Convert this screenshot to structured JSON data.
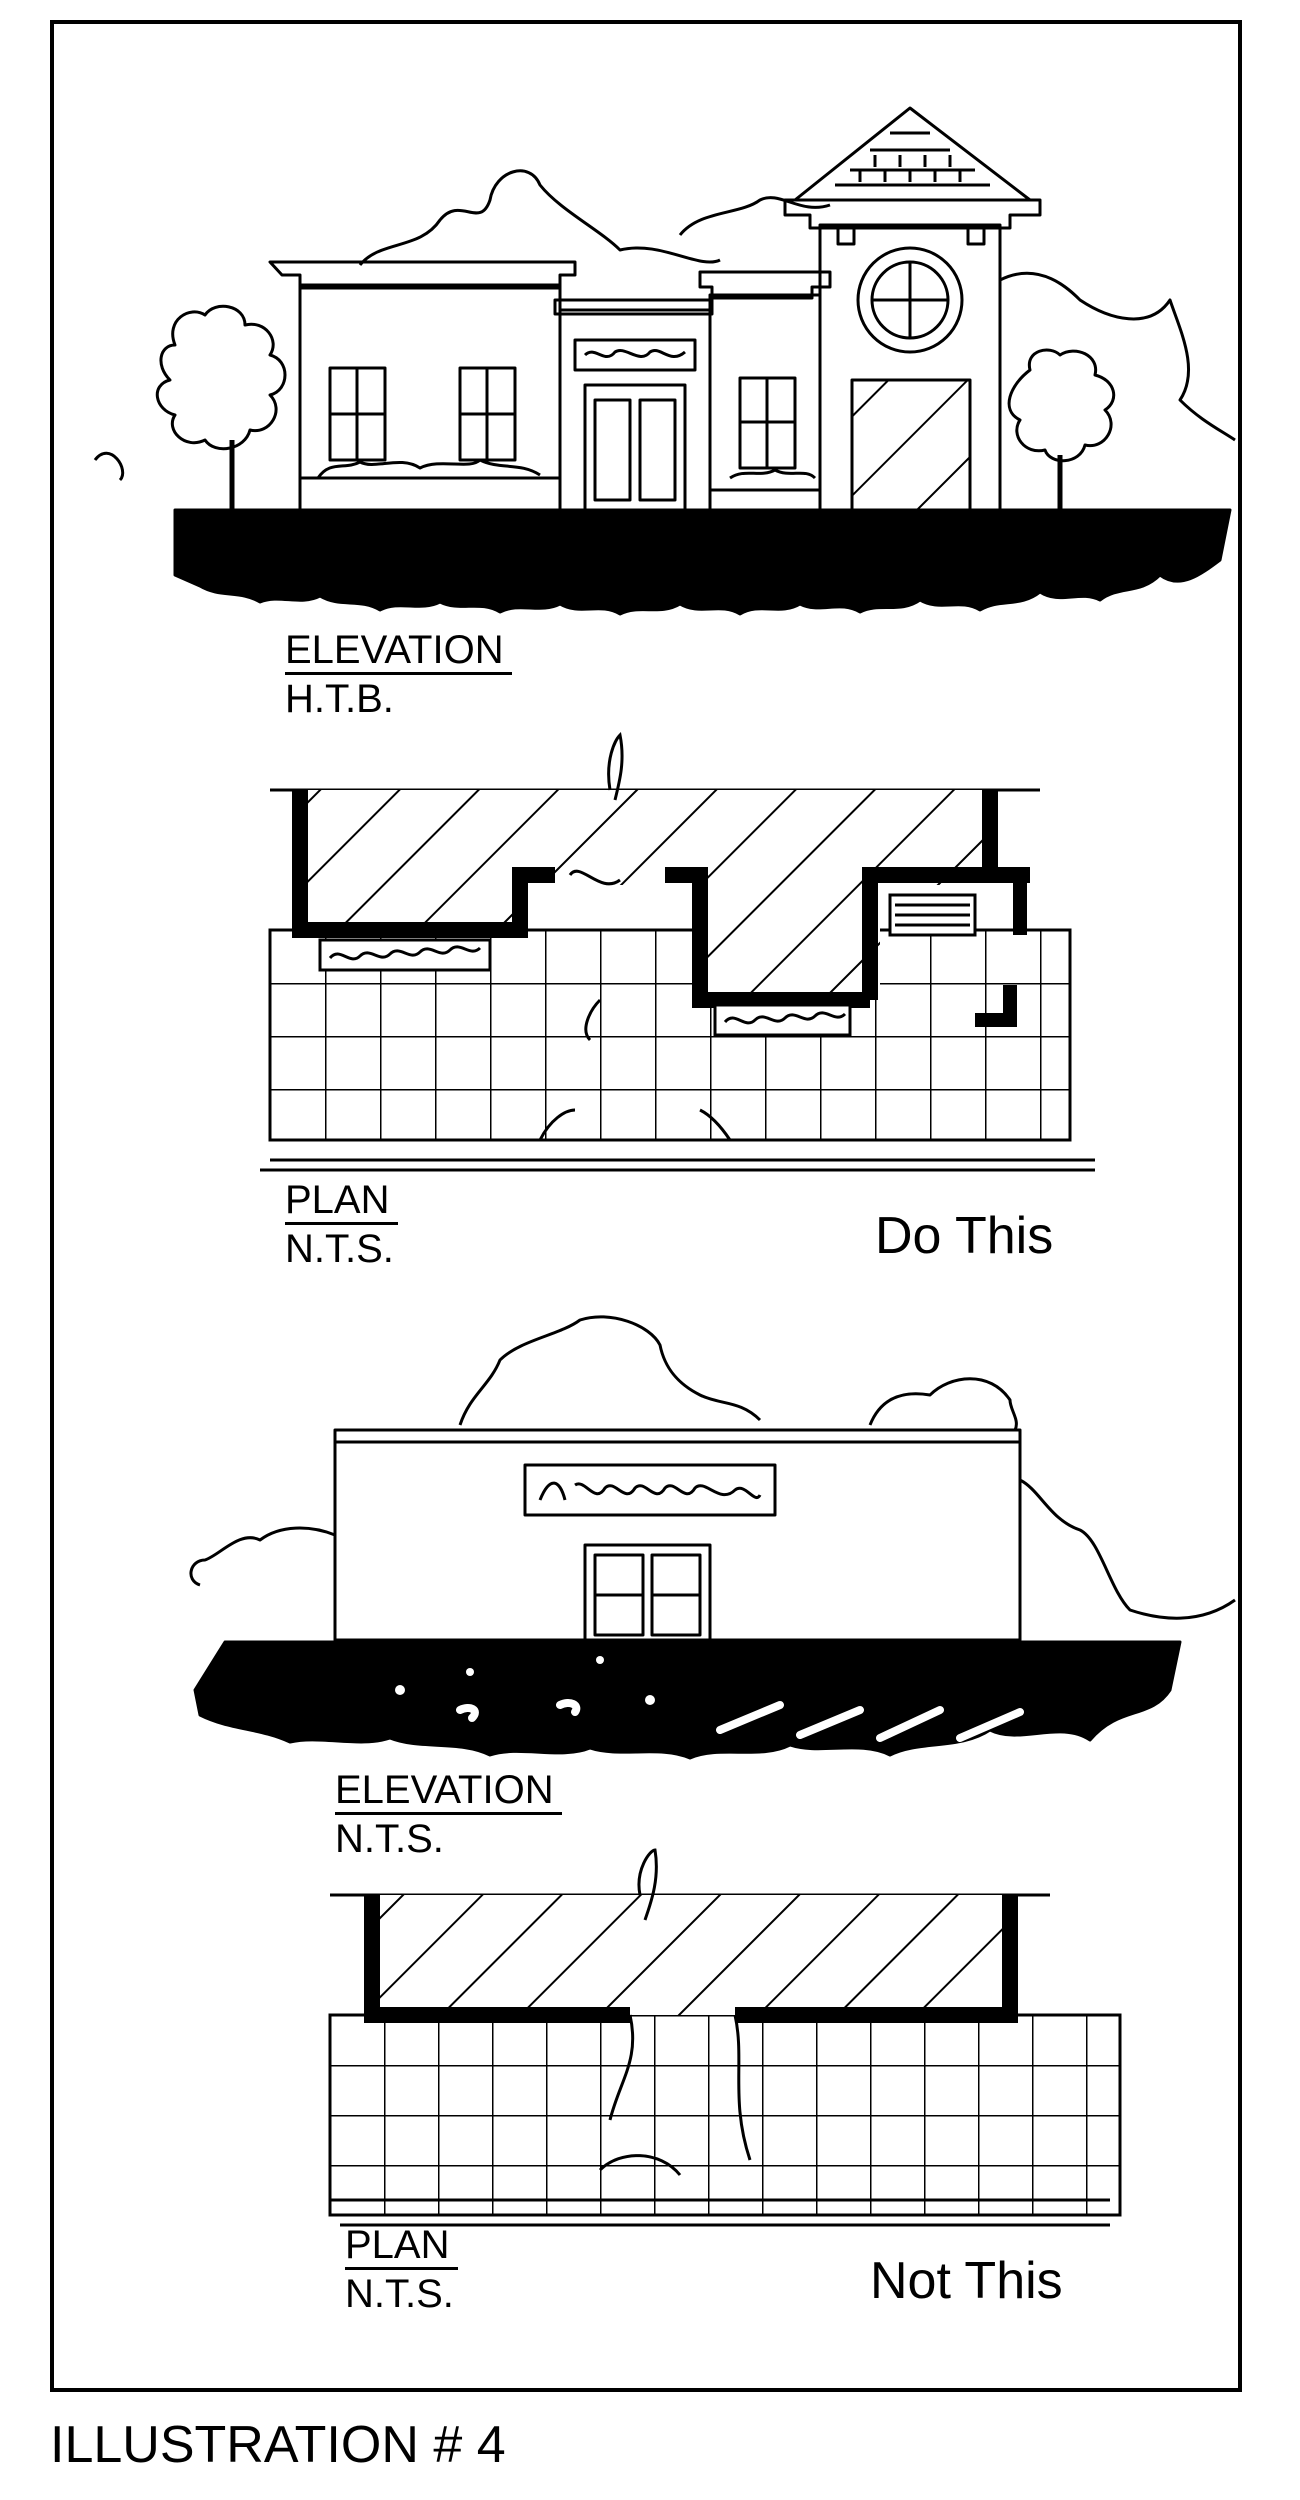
{
  "panels": {
    "elevation_1": {
      "title": "ELEVATION",
      "scale": "H.T.B."
    },
    "plan_1": {
      "title": "PLAN",
      "scale": "N.T.S.",
      "caption": "Do This"
    },
    "elevation_2": {
      "title": "ELEVATION",
      "scale": "N.T.S."
    },
    "plan_2": {
      "title": "PLAN",
      "scale": "N.T.S.",
      "caption": "Not This"
    }
  },
  "footer": {
    "title": "ILLUSTRATION # 4"
  }
}
